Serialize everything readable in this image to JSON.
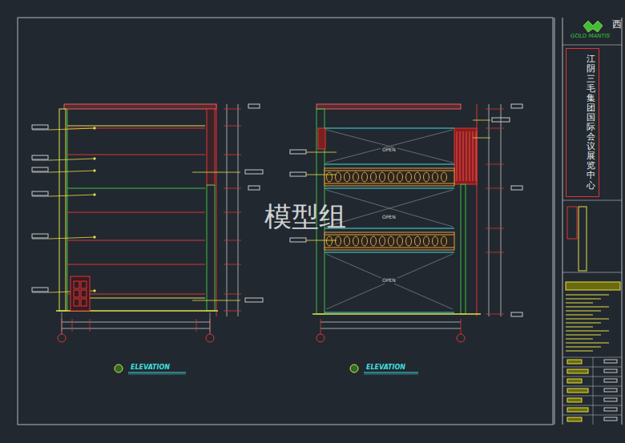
{
  "diagram": {
    "nodes": [
      {
        "text": [
          "江阴三毛集团国际会议展览中心"
        ]
      }
    ],
    "labels": [
      "西",
      "GOLD MANTIS",
      "OPEN",
      "OPEN",
      "OPEN",
      "ELEVATION",
      "ELEVATION",
      "模型组"
    ]
  }
}
